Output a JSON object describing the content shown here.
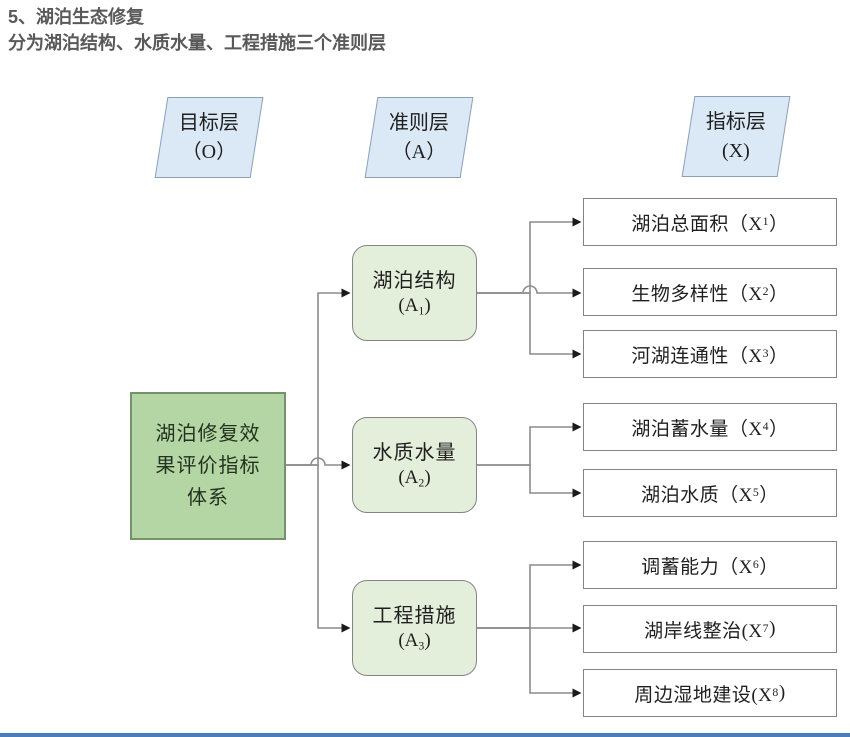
{
  "page": {
    "title": "5、湖泊生态修复",
    "subtitle": "分为湖泊结构、水质水量、工程措施三个准则层"
  },
  "layers": [
    {
      "id": "O",
      "title": "目标层",
      "code": "（O）"
    },
    {
      "id": "A",
      "title": "准则层",
      "code": "（A）"
    },
    {
      "id": "X",
      "title": "指标层",
      "code": "(X)"
    }
  ],
  "goal": {
    "id": "O",
    "label": "湖泊修复效果评价指标体系"
  },
  "criteria": [
    {
      "id": "A1",
      "label": "湖泊结构",
      "code_pre": "(A",
      "sub": "1",
      "code_post": ")"
    },
    {
      "id": "A2",
      "label": "水质水量",
      "code_pre": "(A",
      "sub": "2",
      "code_post": ")"
    },
    {
      "id": "A3",
      "label": "工程措施",
      "code_pre": "(A",
      "sub": "3",
      "code_post": ")"
    }
  ],
  "indicators": [
    {
      "id": "X1",
      "pre": "湖泊总面积（X",
      "sub": "1",
      "post": "）"
    },
    {
      "id": "X2",
      "pre": "生物多样性（X",
      "sub": "2",
      "post": "）"
    },
    {
      "id": "X3",
      "pre": "河湖连通性（X",
      "sub": "3",
      "post": "）"
    },
    {
      "id": "X4",
      "pre": "湖泊蓄水量（X",
      "sub": "4",
      "post": "）"
    },
    {
      "id": "X5",
      "pre": "湖泊水质（X",
      "sub": "5",
      "post": "）"
    },
    {
      "id": "X6",
      "pre": "调蓄能力（X",
      "sub": "6",
      "post": "）"
    },
    {
      "id": "X7",
      "pre": "湖岸线整治(X",
      "sub": "7",
      "post": ")"
    },
    {
      "id": "X8",
      "pre": "周边湿地建设(X",
      "sub": "8",
      "post": ")"
    }
  ],
  "edges": [
    {
      "from": "O",
      "to": "A1"
    },
    {
      "from": "O",
      "to": "A2"
    },
    {
      "from": "O",
      "to": "A3"
    },
    {
      "from": "A1",
      "to": "X1"
    },
    {
      "from": "A1",
      "to": "X2"
    },
    {
      "from": "A1",
      "to": "X3"
    },
    {
      "from": "A2",
      "to": "X4"
    },
    {
      "from": "A2",
      "to": "X5"
    },
    {
      "from": "A3",
      "to": "X6"
    },
    {
      "from": "A3",
      "to": "X7"
    },
    {
      "from": "A3",
      "to": "X8"
    }
  ],
  "colors": {
    "header_fill": "#dbe9f6",
    "header_border": "#8ba0b6",
    "goal_fill": "#b4d5a4",
    "goal_border": "#74936b",
    "criteria_fill": "#e3efda",
    "box_border": "#848484",
    "indicator_fill": "#ffffff",
    "connector_line": "#8c8c8c",
    "arrow": "#1a1a1a",
    "title_text": "#595959",
    "bottom_bar": "#4a7ebb"
  }
}
